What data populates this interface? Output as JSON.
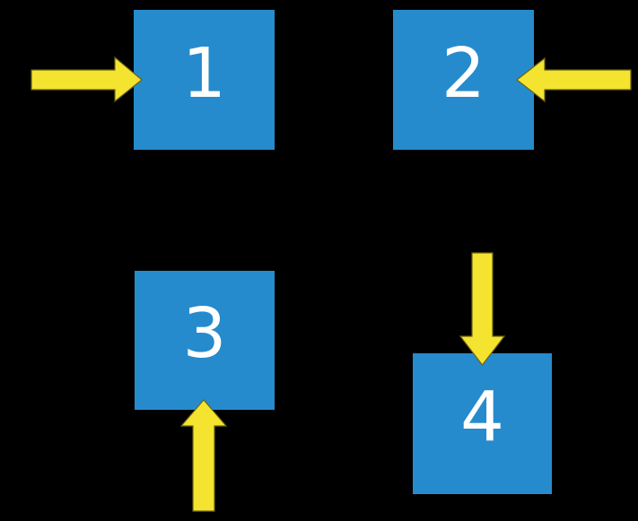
{
  "scene": {
    "description": "Four numbered blue squares on a black background, each targeted by a yellow block arrow",
    "background": "#000000"
  },
  "colors": {
    "square": "#268BCD",
    "arrow": "#F5E42F",
    "arrow_outline": "#6B6312",
    "label": "#FFFFFF"
  },
  "squares": [
    {
      "label": "1",
      "arrow_direction": "right",
      "arrow_enters_from": "left"
    },
    {
      "label": "2",
      "arrow_direction": "left",
      "arrow_enters_from": "right"
    },
    {
      "label": "3",
      "arrow_direction": "up",
      "arrow_enters_from": "bottom"
    },
    {
      "label": "4",
      "arrow_direction": "down",
      "arrow_enters_from": "top"
    }
  ]
}
